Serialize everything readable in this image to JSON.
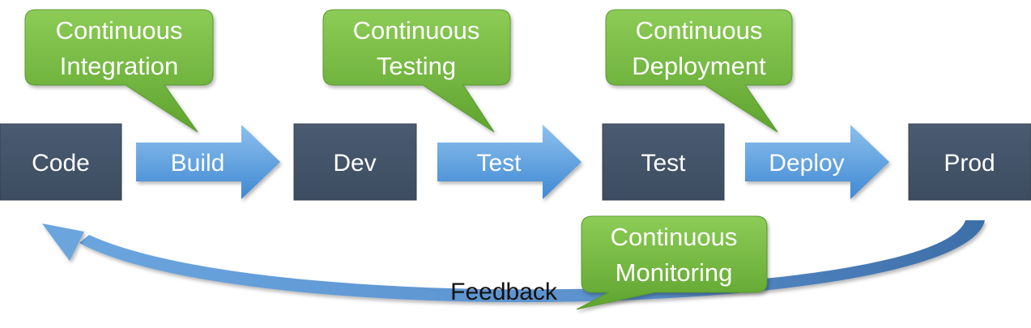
{
  "stages": [
    {
      "label": "Code"
    },
    {
      "label": "Dev"
    },
    {
      "label": "Test"
    },
    {
      "label": "Prod"
    }
  ],
  "arrows": [
    {
      "label": "Build"
    },
    {
      "label": "Test"
    },
    {
      "label": "Deploy"
    }
  ],
  "callouts": [
    {
      "line1": "Continuous",
      "line2": "Integration"
    },
    {
      "line1": "Continuous",
      "line2": "Testing"
    },
    {
      "line1": "Continuous",
      "line2": "Deployment"
    },
    {
      "line1": "Continuous",
      "line2": "Monitoring"
    }
  ],
  "feedback": {
    "label": "Feedback"
  },
  "colors": {
    "stage_box": "#435368",
    "arrow_light": "#8cc0ec",
    "arrow_dark": "#3f88d3",
    "callout_light": "#8ccc56",
    "callout_dark": "#63a832",
    "feedback_arrow": "#5a8cc6"
  }
}
